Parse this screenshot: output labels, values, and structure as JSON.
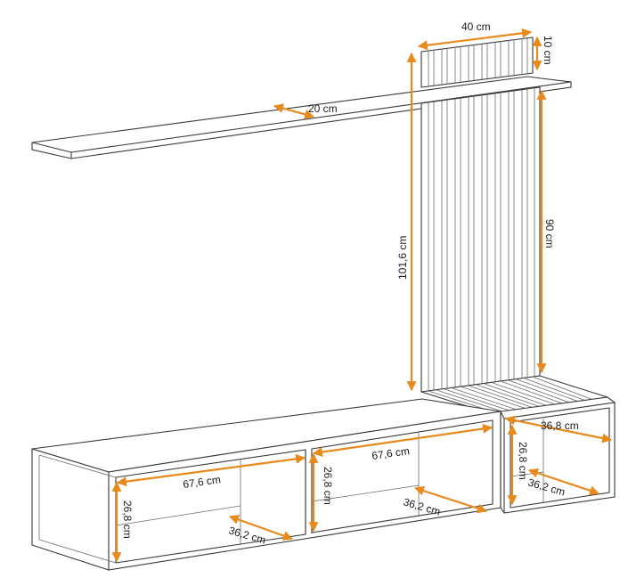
{
  "dimensions": {
    "slat_width": "40 cm",
    "slat_thickness": "10 cm",
    "shelf_depth": "20 cm",
    "total_height": "101,6 cm",
    "slat_height": "90 cm",
    "cabinet_depth_right": "36,8 cm",
    "cabinet_height_right": "26,8 cm",
    "inner_depth_right": "36,2 cm",
    "inner_width_left": "67,6 cm",
    "cabinet_height_left": "26,8 cm",
    "inner_depth_left": "36,2 cm",
    "inner_width_mid": "67,6 cm",
    "cabinet_height_mid": "26,8 cm",
    "inner_depth_mid": "36,2 cm"
  },
  "colors": {
    "dimension_line": "#e8891c",
    "outline": "#3a3a3a"
  }
}
